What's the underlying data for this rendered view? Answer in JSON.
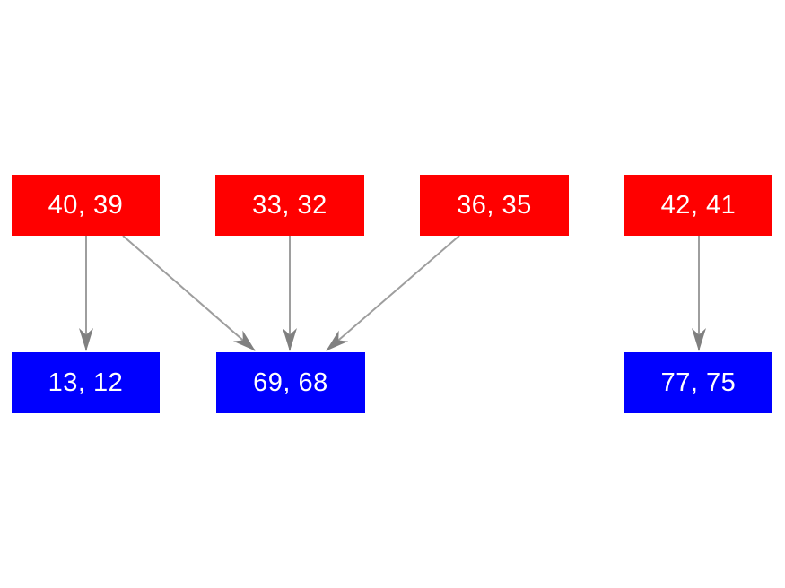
{
  "canvas": {
    "background": "#ffffff"
  },
  "colors": {
    "canvas_bg": "#ffffff",
    "parent_fill": "#ff0000",
    "child_fill": "#0000ff",
    "label_text": "#ffffff",
    "edge_line": "#9e9e9e",
    "edge_arrowhead": "#808080"
  },
  "nodes": [
    {
      "id": "source-40-39",
      "label": "40, 39",
      "role": "source",
      "color": "#ff0000"
    },
    {
      "id": "source-33-32",
      "label": "33, 32",
      "role": "source",
      "color": "#ff0000"
    },
    {
      "id": "source-36-35",
      "label": "36, 35",
      "role": "source",
      "color": "#ff0000"
    },
    {
      "id": "source-42-41",
      "label": "42, 41",
      "role": "source",
      "color": "#ff0000"
    },
    {
      "id": "target-13-12",
      "label": "13, 12",
      "role": "target",
      "color": "#0000ff"
    },
    {
      "id": "target-69-68",
      "label": "69, 68",
      "role": "target",
      "color": "#0000ff"
    },
    {
      "id": "target-77-75",
      "label": "77, 75",
      "role": "target",
      "color": "#0000ff"
    }
  ],
  "edges": [
    {
      "from": "40, 39",
      "to": "13, 12"
    },
    {
      "from": "40, 39",
      "to": "69, 68"
    },
    {
      "from": "33, 32",
      "to": "69, 68"
    },
    {
      "from": "36, 35",
      "to": "69, 68"
    },
    {
      "from": "42, 41",
      "to": "77, 75"
    }
  ]
}
